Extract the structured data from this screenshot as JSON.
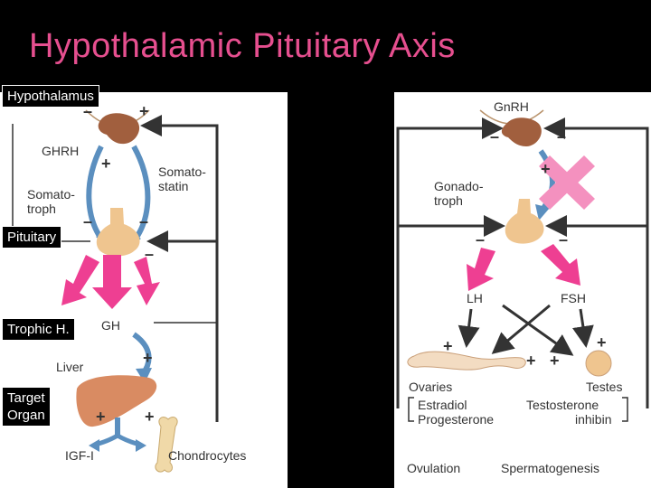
{
  "slide": {
    "title": "Hypothalamic Pituitary Axis"
  },
  "left_panel": {
    "hypothalamus": "Hypothalamus",
    "pituitary": "Pituitary",
    "trophic": "Trophic H.",
    "target": "Target\nOrgan",
    "ghrh": "GHRH",
    "somatotroph": "Somato-\ntroph",
    "somatostatin": "Somato-\nstatin",
    "gh": "GH",
    "liver": "Liver",
    "igf": "IGF-I",
    "chondrocytes": "Chondrocytes"
  },
  "right_panel": {
    "gnrh": "GnRH",
    "gonadotroph": "Gonado-\ntroph",
    "lh": "LH",
    "fsh": "FSH",
    "ovaries": "Ovaries",
    "testes": "Testes",
    "estradiol": "Estradiol",
    "progesterone": "Progesterone",
    "testosterone": "Testosterone",
    "inhibin": "inhibin",
    "ovulation": "Ovulation",
    "spermatogenesis": "Spermatogenesis"
  },
  "signs": {
    "plus": "+",
    "minus": "–"
  },
  "colors": {
    "title": "#e64f8f",
    "pink_arrow": "#ee3f92",
    "blue_arrow": "#5b8fbf",
    "gland": "#a15f3e",
    "pituitary": "#efc58f",
    "liver": "#d98b62",
    "line": "#333333"
  }
}
